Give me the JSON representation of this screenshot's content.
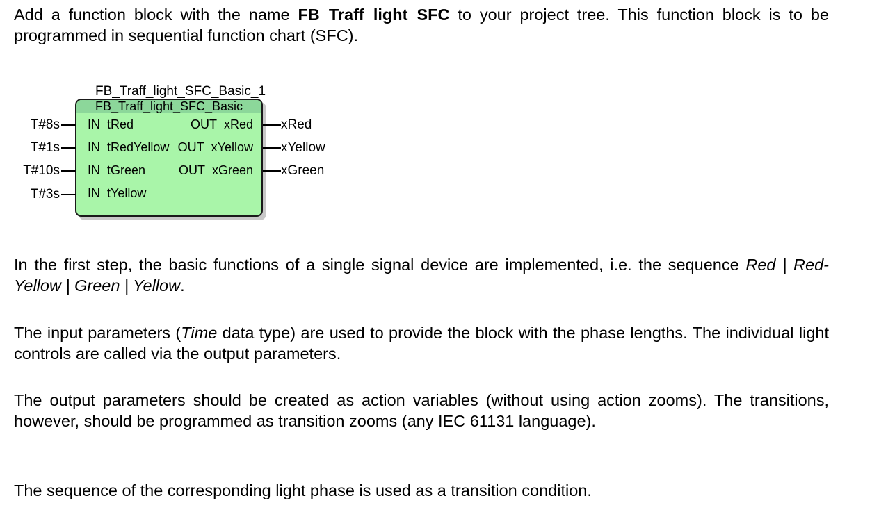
{
  "document": {
    "paragraphs": [
      {
        "id": "p1",
        "segments": [
          {
            "text": "Add a function block with the name ",
            "style": "normal"
          },
          {
            "text": "FB_Traff_light_SFC",
            "style": "bold"
          },
          {
            "text": " to your project tree. This function block is to be programmed in sequential function chart (SFC).",
            "style": "normal"
          }
        ]
      },
      {
        "id": "p2",
        "segments": [
          {
            "text": "In the first step, the basic functions of a single signal device are implemented, i.e. the sequence ",
            "style": "normal"
          },
          {
            "text": "Red | Red-Yellow | Green | Yellow",
            "style": "italic"
          },
          {
            "text": ".",
            "style": "normal"
          }
        ]
      },
      {
        "id": "p3",
        "segments": [
          {
            "text": "The input parameters (",
            "style": "normal"
          },
          {
            "text": "Time",
            "style": "italic"
          },
          {
            "text": " data type) are used to provide the block with the phase lengths. The individual light controls are called via the output parameters.",
            "style": "normal"
          }
        ]
      },
      {
        "id": "p4",
        "segments": [
          {
            "text": "The output parameters should be created as action variables (without using action zooms). The transitions, however, should be programmed as transition zooms (any IEC 61131 language).",
            "style": "normal"
          }
        ]
      },
      {
        "id": "p5",
        "segments": [
          {
            "text": "The sequence of the corresponding light phase is used as a transition condition.",
            "style": "normal"
          }
        ]
      }
    ]
  },
  "function_block": {
    "instance_name": "FB_Traff_light_SFC_Basic_1",
    "type_name": "FB_Traff_light_SFC_Basic",
    "colors": {
      "body_fill": "#a9f5a9",
      "header_fill": "#8cd79a",
      "border": "#1a1a1a",
      "shadow": "#9a9a9a"
    },
    "rows": [
      {
        "in_keyword": "IN",
        "in_param": "tRed",
        "in_value": "T#8s",
        "out_keyword": "OUT",
        "out_param": "xRed",
        "out_value": "xRed"
      },
      {
        "in_keyword": "IN",
        "in_param": "tRedYellow",
        "in_value": "T#1s",
        "out_keyword": "OUT",
        "out_param": "xYellow",
        "out_value": "xYellow"
      },
      {
        "in_keyword": "IN",
        "in_param": "tGreen",
        "in_value": "T#10s",
        "out_keyword": "OUT",
        "out_param": "xGreen",
        "out_value": "xGreen"
      },
      {
        "in_keyword": "IN",
        "in_param": "tYellow",
        "in_value": "T#3s",
        "out_keyword": "",
        "out_param": "",
        "out_value": ""
      }
    ]
  }
}
